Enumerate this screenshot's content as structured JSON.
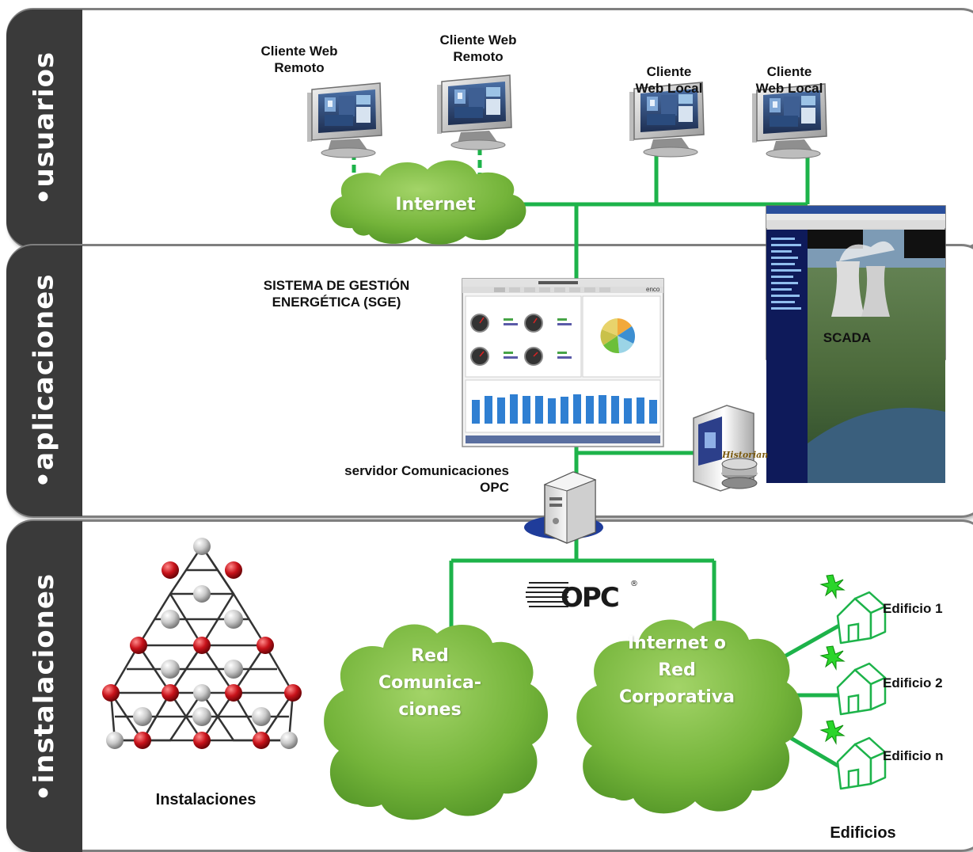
{
  "sections": {
    "usuarios": "•usuarios",
    "aplicaciones": "•aplicaciones",
    "instalaciones": "•instalaciones"
  },
  "clients": {
    "remote_1": [
      "Cliente Web",
      "Remoto"
    ],
    "remote_2": [
      "Cliente Web",
      "Remoto"
    ],
    "local_1": [
      "Cliente",
      "Web Local"
    ],
    "local_2": [
      "Cliente",
      "Web Local"
    ]
  },
  "clouds": {
    "internet": "Internet",
    "red_comunicaciones": [
      "Red",
      "Comunica-",
      "ciones"
    ],
    "internet_o_red": [
      "Internet o",
      "Red",
      "Corporativa"
    ]
  },
  "apps": {
    "sge": [
      "SISTEMA DE  GESTIÓN",
      "ENERGÉTICA (SGE)"
    ],
    "scada": "SCADA",
    "opc_server": [
      "servidor  Comunicaciones",
      "OPC"
    ],
    "sge_brand": "enco",
    "historian": "Historian",
    "opc_logo": "OPC"
  },
  "installations": {
    "instalaciones": "Instalaciones",
    "edificios": "Edificios",
    "buildings": [
      "Edificio 1",
      "Edificio 2",
      "Edificio n"
    ]
  },
  "colors": {
    "line": "#1db34a",
    "cloud": "#7cbc3f",
    "sidebar": "#3a3a3a",
    "border": "#7f7f7f"
  }
}
